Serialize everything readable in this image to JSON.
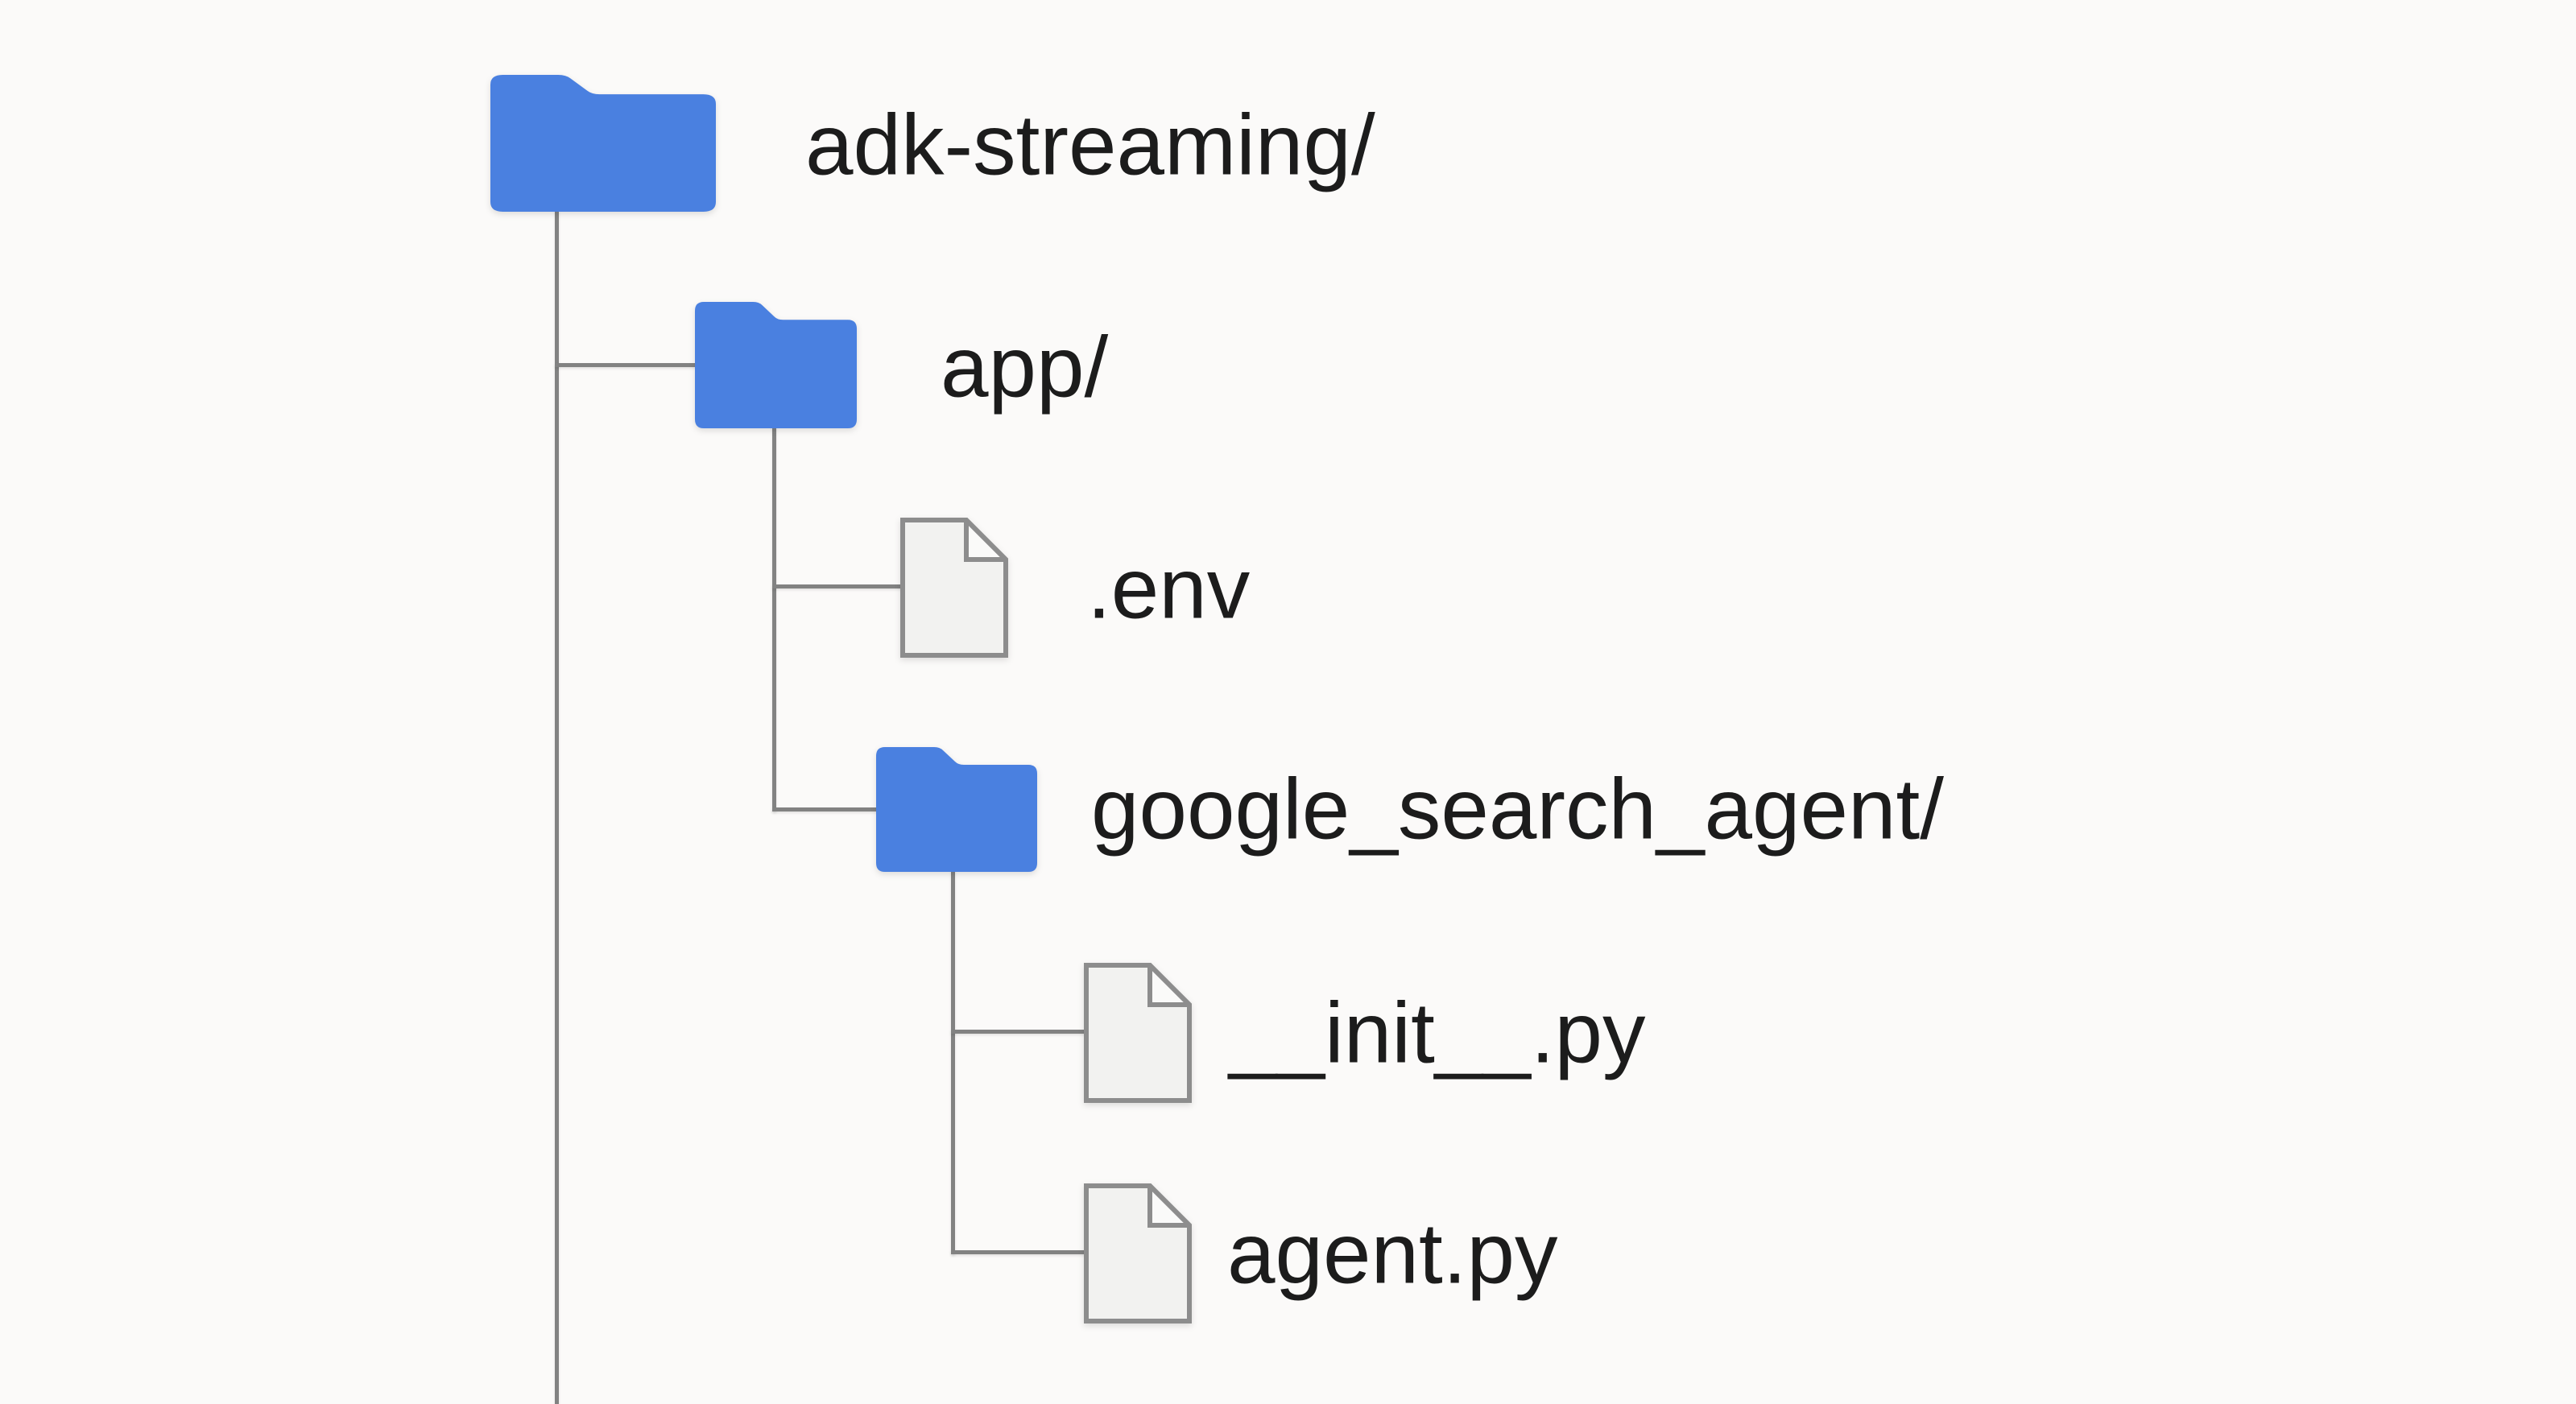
{
  "tree": {
    "nodes": [
      {
        "id": "adk-streaming",
        "label": "adk-streaming/",
        "type": "folder",
        "icon": "folder-icon",
        "depth": 0
      },
      {
        "id": "app",
        "label": "app/",
        "type": "folder",
        "icon": "folder-icon",
        "depth": 1
      },
      {
        "id": "env",
        "label": ".env",
        "type": "file",
        "icon": "file-icon",
        "depth": 2
      },
      {
        "id": "google-search-agent",
        "label": "google_search_agent/",
        "type": "folder",
        "icon": "folder-icon",
        "depth": 2
      },
      {
        "id": "init-py",
        "label": "__init__.py",
        "type": "file",
        "icon": "file-icon",
        "depth": 3
      },
      {
        "id": "agent-py",
        "label": "agent.py",
        "type": "file",
        "icon": "file-icon",
        "depth": 3
      }
    ]
  },
  "colors": {
    "bg": "#fbfaf9",
    "folder": "#4a80e0",
    "folder_top": "#4e86e8",
    "folder_bottom": "#4477d8",
    "line": "#828282",
    "file_fill": "#f2f2f0",
    "file_flap": "#fafaf9",
    "file_border": "#8d8d8d",
    "text": "#1c1c1c"
  }
}
